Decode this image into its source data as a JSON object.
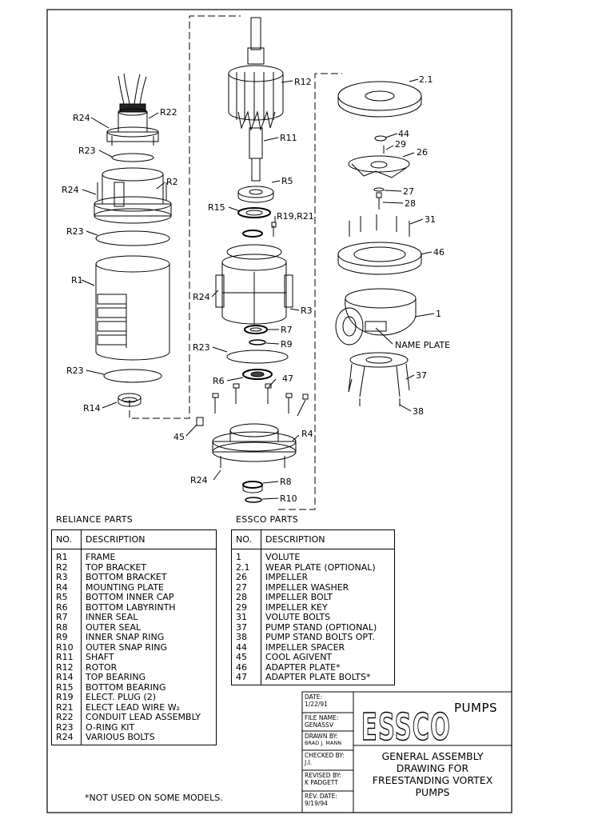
{
  "callouts": {
    "R12": "R12",
    "R11": "R11",
    "R5": "R5",
    "R15": "R15",
    "R19_R21": "R19,R21",
    "R24_a": "R24",
    "R22": "R22",
    "R23_a": "R23",
    "R24_b": "R24",
    "R2": "R2",
    "R23_b": "R23",
    "R1": "R1",
    "R23_c": "R23",
    "R14": "R14",
    "R24_c": "R24",
    "R3": "R3",
    "R7": "R7",
    "R23_d": "R23",
    "R9": "R9",
    "R6": "R6",
    "c47": "47",
    "c45": "45",
    "R4": "R4",
    "R24_d": "R24",
    "R8": "R8",
    "R10": "R10",
    "c2_1": "2.1",
    "c44": "44",
    "c29": "29",
    "c26": "26",
    "c27": "27",
    "c28": "28",
    "c31": "31",
    "c46": "46",
    "c1": "1",
    "name_plate": "NAME PLATE",
    "c37": "37",
    "c38": "38"
  },
  "reliance": {
    "title": "RELIANCE PARTS",
    "headers": {
      "no": "NO.",
      "description": "DESCRIPTION"
    },
    "rows": [
      {
        "no": "R1",
        "description": "FRAME"
      },
      {
        "no": "R2",
        "description": "TOP BRACKET"
      },
      {
        "no": "R3",
        "description": "BOTTOM BRACKET"
      },
      {
        "no": "R4",
        "description": "MOUNTING PLATE"
      },
      {
        "no": "R5",
        "description": "BOTTOM INNER CAP"
      },
      {
        "no": "R6",
        "description": "BOTTOM LABYRINTH"
      },
      {
        "no": "R7",
        "description": "INNER SEAL"
      },
      {
        "no": "R8",
        "description": "OUTER SEAL"
      },
      {
        "no": "R9",
        "description": "INNER SNAP RING"
      },
      {
        "no": "R10",
        "description": "OUTER SNAP RING"
      },
      {
        "no": "R11",
        "description": "SHAFT"
      },
      {
        "no": "R12",
        "description": "ROTOR"
      },
      {
        "no": "R14",
        "description": "TOP BEARING"
      },
      {
        "no": "R15",
        "description": "BOTTOM BEARING"
      },
      {
        "no": "R19",
        "description": "ELECT. PLUG (2)"
      },
      {
        "no": "R21",
        "description": "ELECT LEAD WIRE W₂"
      },
      {
        "no": "R22",
        "description": "CONDUIT LEAD ASSEMBLY"
      },
      {
        "no": "R23",
        "description": "O-RING KIT"
      },
      {
        "no": "R24",
        "description": "VARIOUS BOLTS"
      }
    ]
  },
  "essco": {
    "title": "ESSCO PARTS",
    "headers": {
      "no": "NO.",
      "description": "DESCRIPTION"
    },
    "rows": [
      {
        "no": "1",
        "description": "VOLUTE"
      },
      {
        "no": "2.1",
        "description": "WEAR PLATE (OPTIONAL)"
      },
      {
        "no": "26",
        "description": "IMPELLER"
      },
      {
        "no": "27",
        "description": "IMPELLER WASHER"
      },
      {
        "no": "28",
        "description": "IMPELLER BOLT"
      },
      {
        "no": "29",
        "description": "IMPELLER KEY"
      },
      {
        "no": "31",
        "description": "VOLUTE BOLTS"
      },
      {
        "no": "37",
        "description": "PUMP STAND (OPTIONAL)"
      },
      {
        "no": "38",
        "description": "PUMP STAND BOLTS OPT."
      },
      {
        "no": "44",
        "description": "IMPELLER SPACER"
      },
      {
        "no": "45",
        "description": "COOL AGIVENT"
      },
      {
        "no": "46",
        "description": "ADAPTER PLATE*"
      },
      {
        "no": "47",
        "description": "ADAPTER PLATE BOLTS*"
      }
    ]
  },
  "note": "*NOT USED ON SOME MODELS.",
  "title_block": {
    "date_label": "DATE:",
    "date": "1/22/91",
    "file_label": "FILE NAME:",
    "file": "GENASSV",
    "drawn_label": "DRAWN BY:",
    "drawn": "BRAD J. MANN",
    "checked_label": "CHECKED BY:",
    "checked": "J.I.",
    "revised_label": "REVISED BY:",
    "revised": "K PADGETT",
    "revdate_label": "REV. DATE:",
    "revdate": "9/19/94",
    "logo": "ESSCO",
    "logo_suffix": "PUMPS",
    "title_lines": [
      "GENERAL ASSEMBLY",
      "DRAWING FOR",
      "FREESTANDING VORTEX",
      "PUMPS"
    ]
  }
}
